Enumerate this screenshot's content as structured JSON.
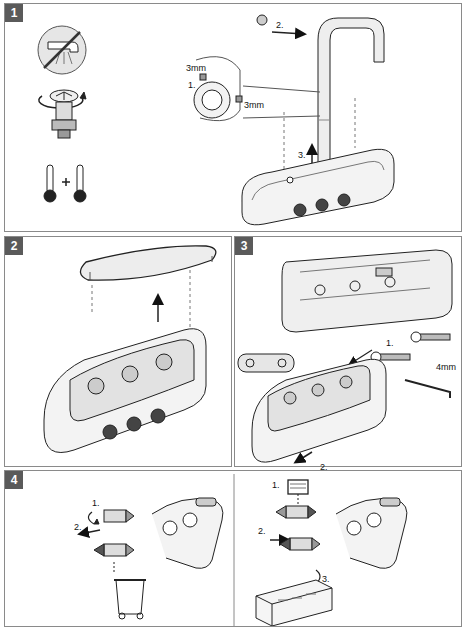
{
  "diagram": {
    "nodes": [
      {
        "text": [
          "1"
        ]
      },
      {
        "text": [
          "2"
        ]
      },
      {
        "text": [
          "3"
        ]
      },
      {
        "text": [
          "4"
        ]
      }
    ],
    "labels": [
      "3mm",
      "1.",
      "3mm",
      "2.",
      "3.",
      "1.",
      "4mm",
      "2.",
      "1.",
      "2.",
      "1.",
      "2.",
      "3."
    ]
  }
}
